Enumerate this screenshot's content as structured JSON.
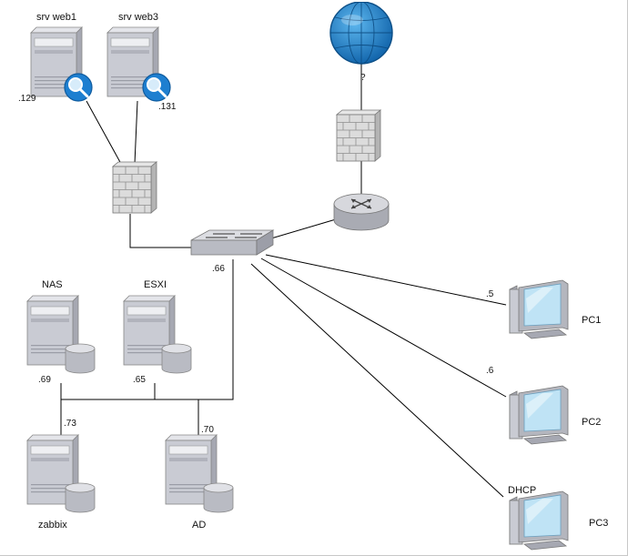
{
  "diagram": {
    "nodes": {
      "srv_web1": {
        "label": "srv web1",
        "ip": ".129",
        "icon": "server-with-search-icon"
      },
      "srv_web3": {
        "label": "srv web3",
        "ip": ".131",
        "icon": "server-with-search-icon"
      },
      "internet": {
        "label": "?",
        "icon": "globe-icon"
      },
      "firewall_left": {
        "icon": "firewall-icon"
      },
      "firewall_top": {
        "icon": "firewall-icon"
      },
      "router": {
        "icon": "router-icon"
      },
      "switch": {
        "ip": ".66",
        "icon": "switch-icon"
      },
      "nas": {
        "label": "NAS",
        "ip": ".69",
        "icon": "storage-server-icon"
      },
      "esxi": {
        "label": "ESXI",
        "ip": ".65",
        "icon": "storage-server-icon"
      },
      "zabbix": {
        "label": "zabbix",
        "ip": ".73",
        "icon": "storage-server-icon"
      },
      "ad": {
        "label": "AD",
        "ip": ".70",
        "icon": "storage-server-icon"
      },
      "pc1": {
        "label": "PC1",
        "ip": ".5",
        "icon": "workstation-icon"
      },
      "pc2": {
        "label": "PC2",
        "ip": ".6",
        "icon": "workstation-icon"
      },
      "pc3": {
        "label": "PC3",
        "ip": "DHCP",
        "icon": "workstation-icon"
      }
    },
    "edges": [
      [
        "srv_web1",
        "firewall_left"
      ],
      [
        "srv_web3",
        "firewall_left"
      ],
      [
        "firewall_left",
        "switch"
      ],
      [
        "internet",
        "firewall_top"
      ],
      [
        "firewall_top",
        "router"
      ],
      [
        "router",
        "switch"
      ],
      [
        "switch",
        "pc1"
      ],
      [
        "switch",
        "pc2"
      ],
      [
        "switch",
        "pc3"
      ],
      [
        "switch",
        "server_bus"
      ],
      [
        "nas",
        "server_bus"
      ],
      [
        "esxi",
        "server_bus"
      ],
      [
        "zabbix",
        "server_bus"
      ],
      [
        "ad",
        "server_bus"
      ]
    ],
    "colors": {
      "line": "#000000",
      "server_body": "#c9cbd3",
      "server_side": "#a6a8b2",
      "screen": "#bfe3f5",
      "globe": "#1f88d0",
      "magnifier": "#1e7fd0"
    }
  }
}
